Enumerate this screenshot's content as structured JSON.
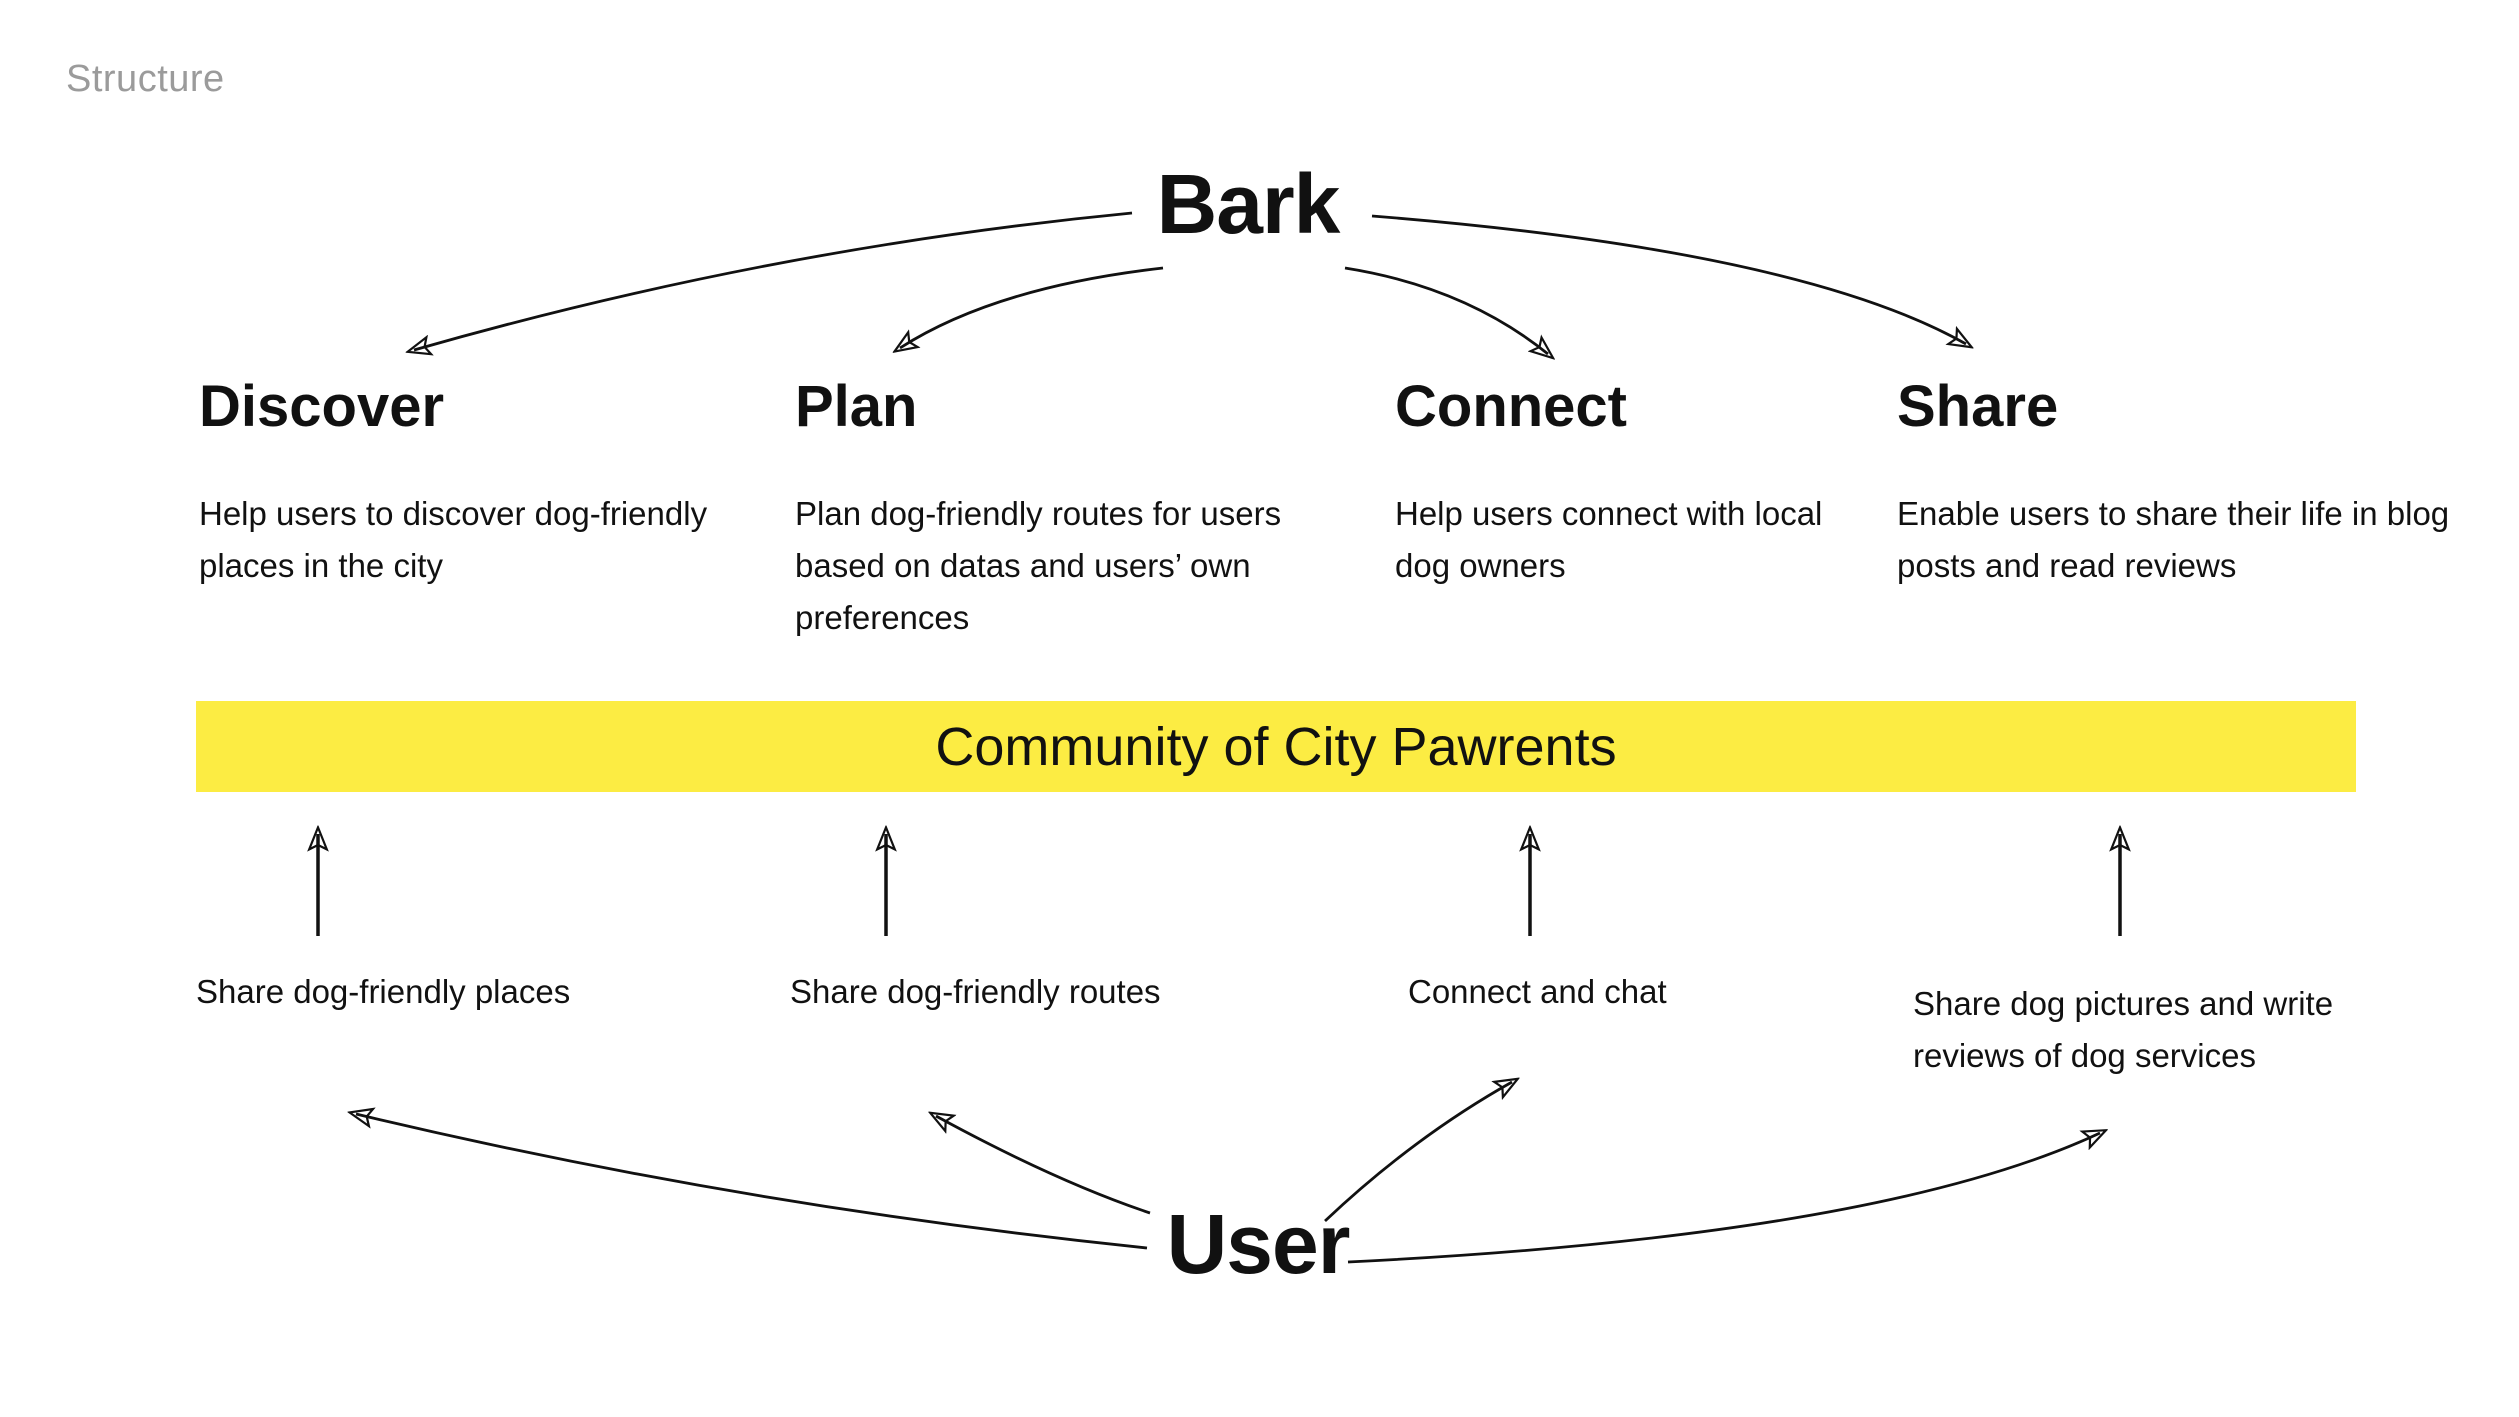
{
  "slide": {
    "title": "Structure"
  },
  "nodes": {
    "top": "Bark",
    "bottom": "User"
  },
  "banner": {
    "label": "Community of City Pawrents",
    "background": "#fcec43"
  },
  "features": [
    {
      "title": "Discover",
      "description": "Help users to discover dog-friendly places in the city"
    },
    {
      "title": "Plan",
      "description": "Plan dog-friendly routes for users based on datas and users’ own preferences"
    },
    {
      "title": "Connect",
      "description": "Help users connect with local dog owners"
    },
    {
      "title": "Share",
      "description": "Enable users to share their life in blog posts and read reviews"
    }
  ],
  "user_actions": [
    "Share dog-friendly places",
    "Share dog-friendly routes",
    "Connect and chat",
    "Share dog pictures and write reviews of dog services"
  ],
  "colors": {
    "banner_yellow": "#fcec43",
    "title_gray": "#9b9b9b",
    "arrow_black": "#111111"
  }
}
